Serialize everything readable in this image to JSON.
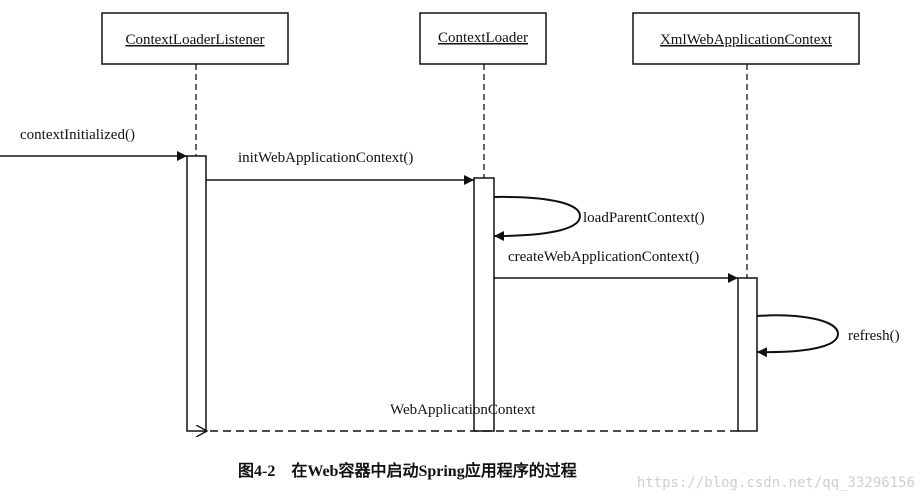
{
  "participants": [
    {
      "id": "listener",
      "label": "ContextLoaderListener"
    },
    {
      "id": "loader",
      "label": "ContextLoader"
    },
    {
      "id": "xmlctx",
      "label": "XmlWebApplicationContext"
    }
  ],
  "messages": [
    {
      "id": "m1",
      "label": "contextInitialized()"
    },
    {
      "id": "m2",
      "label": "initWebApplicationContext()"
    },
    {
      "id": "m3",
      "label": "loadParentContext()"
    },
    {
      "id": "m4",
      "label": "createWebApplicationContext()"
    },
    {
      "id": "m5",
      "label": "refresh()"
    },
    {
      "id": "m6",
      "label": "WebApplicationContext"
    }
  ],
  "caption": "图4-2　在Web容器中启动Spring应用程序的过程",
  "watermark": "https://blog.csdn.net/qq_33296156"
}
